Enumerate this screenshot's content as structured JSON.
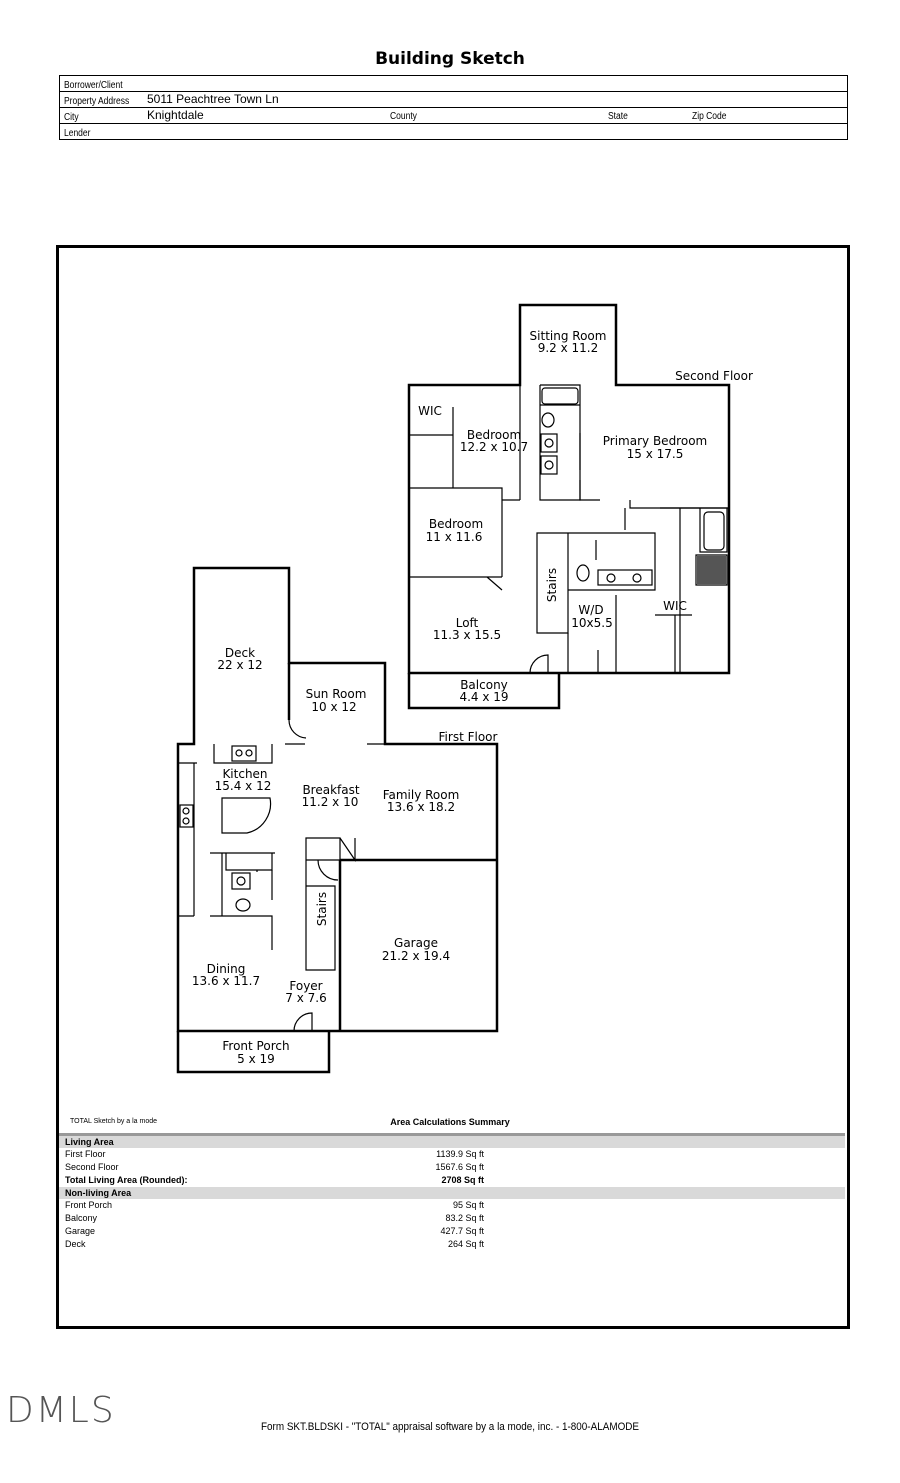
{
  "header": {
    "title": "Building Sketch",
    "borrower_label": "Borrower/Client",
    "borrower_value": "",
    "address_label": "Property Address",
    "address_value": "5011 Peachtree Town Ln",
    "city_label": "City",
    "city_value": "Knightdale",
    "county_label": "County",
    "state_label": "State",
    "zip_label": "Zip Code",
    "lender_label": "Lender"
  },
  "plan": {
    "second_floor_label": "Second Floor",
    "first_floor_label": "First Floor",
    "rooms": {
      "sitting_room": {
        "name": "Sitting Room",
        "dims": "9.2 x 11.2"
      },
      "wic_left": {
        "name": "WIC"
      },
      "bedroom_a": {
        "name": "Bedroom",
        "dims": "12.2 x 10.7"
      },
      "primary_bedroom": {
        "name": "Primary Bedroom",
        "dims": "15 x 17.5"
      },
      "bedroom_b": {
        "name": "Bedroom",
        "dims": "11 x 11.6"
      },
      "stairs_upper": {
        "name": "Stairs"
      },
      "wd": {
        "name": "W/D",
        "dims": "10x5.5"
      },
      "wic_right": {
        "name": "WIC"
      },
      "loft": {
        "name": "Loft",
        "dims": "11.3 x 15.5"
      },
      "balcony": {
        "name": "Balcony",
        "dims": "4.4 x 19"
      },
      "deck": {
        "name": "Deck",
        "dims": "22 x 12"
      },
      "sun_room": {
        "name": "Sun Room",
        "dims": "10 x 12"
      },
      "kitchen": {
        "name": "Kitchen",
        "dims": "15.4 x 12"
      },
      "breakfast": {
        "name": "Breakfast",
        "dims": "11.2 x 10"
      },
      "family_room": {
        "name": "Family Room",
        "dims": "13.6 x 18.2"
      },
      "stairs_lower": {
        "name": "Stairs"
      },
      "garage": {
        "name": "Garage",
        "dims": "21.2 x 19.4"
      },
      "dining": {
        "name": "Dining",
        "dims": "13.6 x 11.7"
      },
      "foyer": {
        "name": "Foyer",
        "dims": "7 x 7.6"
      },
      "front_porch": {
        "name": "Front Porch",
        "dims": "5 x 19"
      }
    }
  },
  "summary": {
    "credit": "TOTAL Sketch by a la mode",
    "title": "Area Calculations Summary",
    "living_header": "Living Area",
    "living_rows": [
      {
        "label": "First Floor",
        "value": "1139.9 Sq ft"
      },
      {
        "label": "Second Floor",
        "value": "1567.6 Sq ft"
      }
    ],
    "total_label": "Total Living Area (Rounded):",
    "total_value": "2708 Sq ft",
    "nonliving_header": "Non-living Area",
    "nonliving_rows": [
      {
        "label": "Front Porch",
        "value": "95 Sq ft"
      },
      {
        "label": "Balcony",
        "value": "83.2 Sq ft"
      },
      {
        "label": "Garage",
        "value": "427.7 Sq ft"
      },
      {
        "label": "Deck",
        "value": "264 Sq ft"
      }
    ]
  },
  "footer": {
    "logo_text": "DMLS",
    "form_text": "Form SKT.BLDSKI - \"TOTAL\" appraisal software by a la mode, inc. - 1-800-ALAMODE"
  }
}
